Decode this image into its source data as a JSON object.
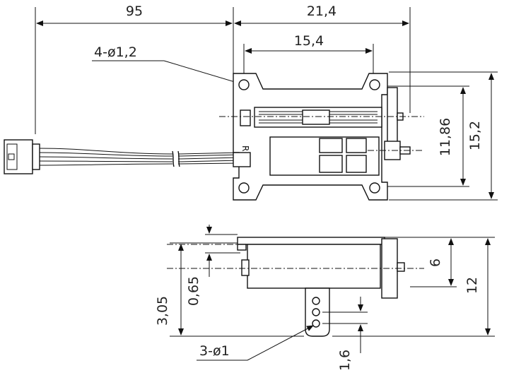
{
  "dimensions": {
    "cable_length": "95",
    "total_width": "21,4",
    "hole_spacing": "15,4",
    "hole_note": "4-ø1,2",
    "height_inner": "11,86",
    "height_total": "15,2",
    "side_six": "6",
    "side_twelve": "12",
    "side_305": "3,05",
    "side_065": "0,65",
    "arm_holes_note": "3-ø1",
    "arm_hole_pitch": "1,6"
  },
  "marks": {
    "r_mark": "R"
  }
}
